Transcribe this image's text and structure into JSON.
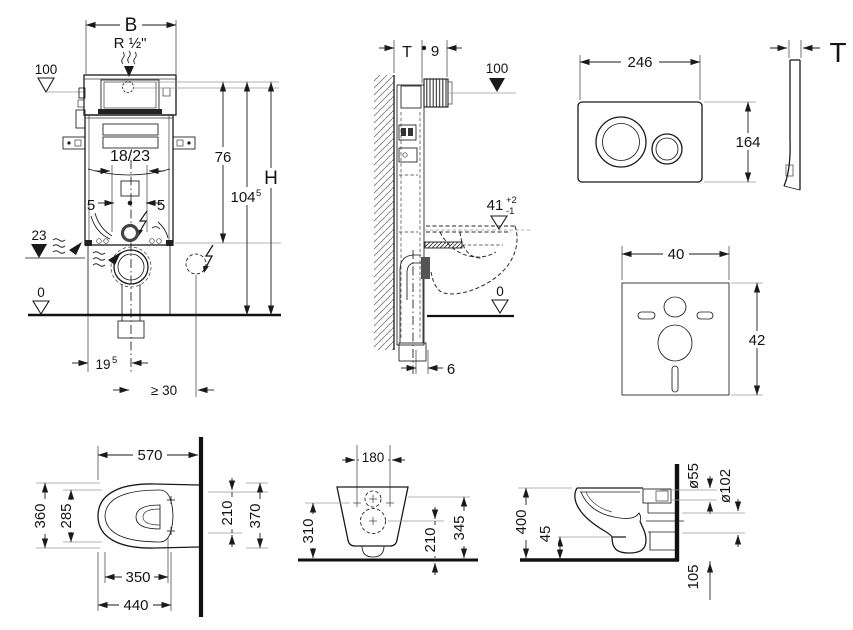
{
  "drawing": {
    "frame_front": {
      "dim_width": "B",
      "supply": "R ½\"",
      "level_top": "100",
      "drain_offset": "18/23",
      "adjust_left": "5",
      "adjust_right": "5",
      "height_upper": "76",
      "height_lower_base": "104",
      "height_lower_sup": "5",
      "height_total": "H",
      "level_water": "23",
      "level_floor": "0",
      "dist_drain_base": "19",
      "dist_drain_sup": "5",
      "dist_electrical": "≥ 30"
    },
    "frame_side": {
      "dim_depth": "T",
      "dim_offset": "9",
      "level_top": "100",
      "seat_height_base": "41",
      "seat_height_plus": "+2",
      "seat_height_minus": "-1",
      "level_floor": "0",
      "dim_pipe": "6"
    },
    "actuator_plate": {
      "width": "246",
      "height": "164",
      "thickness": "T"
    },
    "insulation_mat": {
      "width": "40",
      "height": "42"
    },
    "wc_top": {
      "depth_total": "570",
      "width_outer": "360",
      "width_seat": "285",
      "length_inner": "350",
      "length_bowl": "440",
      "width_inner": "210",
      "width_back": "370"
    },
    "wc_front": {
      "hole_distance": "180",
      "height_holes": "310",
      "height_outlet": "210",
      "height_top": "345"
    },
    "wc_side": {
      "height_total": "400",
      "gap_bottom": "45",
      "dia_flush": "ø55",
      "dia_outlet": "ø102",
      "offset_outlet": "105"
    }
  }
}
